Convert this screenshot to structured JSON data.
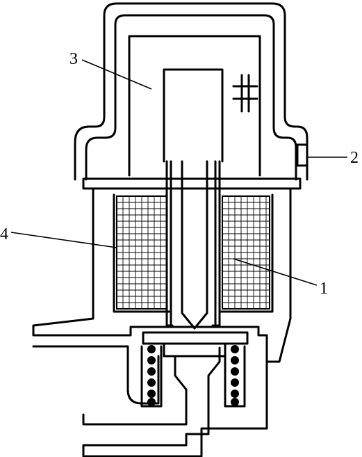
{
  "labels": {
    "coil": "1",
    "side_port": "2",
    "upper_cavity": "3",
    "coil_left": "4"
  },
  "colors": {
    "line": "#000000",
    "background": "#ffffff"
  }
}
